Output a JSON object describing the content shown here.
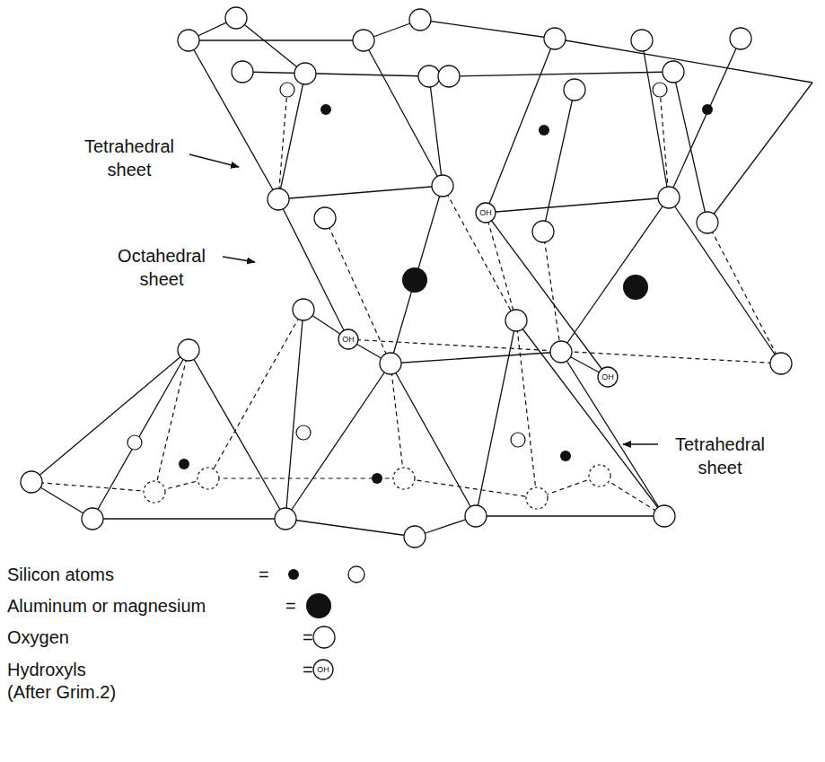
{
  "diagram": {
    "labels": [
      "Tetrahedral sheet",
      "Octahedral sheet",
      "Tetrahedral sheet",
      "OH",
      "OH",
      "OH",
      "=",
      "=",
      "=",
      "=",
      "OH",
      "(After Grim.2)"
    ],
    "legend": [
      {
        "text": "Silicon atoms"
      },
      {
        "text": "Aluminum or magnesium"
      },
      {
        "text": "Oxygen"
      },
      {
        "text": "Hydroxyls"
      }
    ]
  }
}
